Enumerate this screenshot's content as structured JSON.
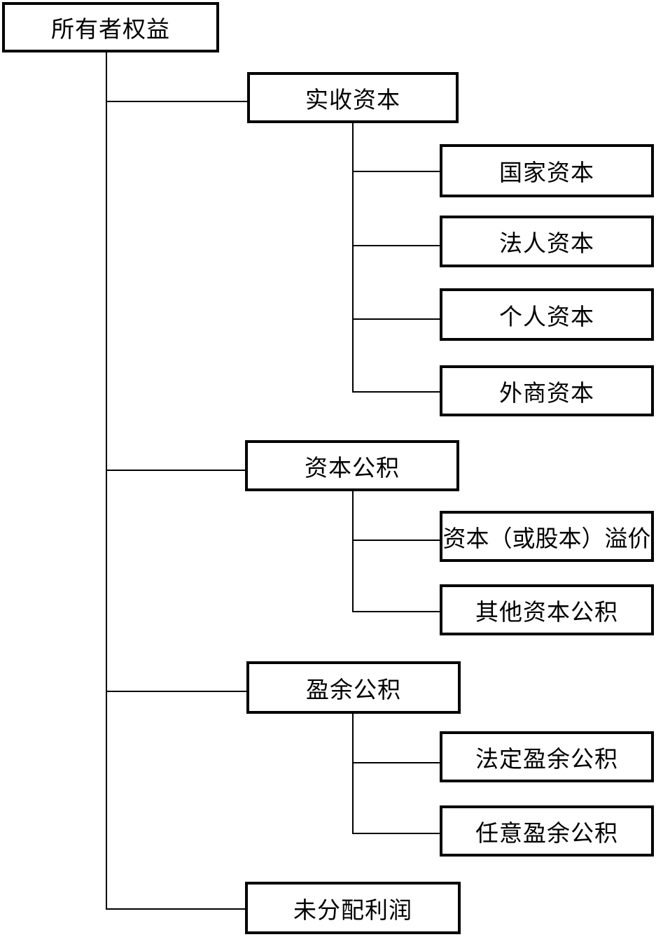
{
  "diagram": {
    "type": "tree",
    "colors": {
      "background": "#ffffff",
      "box_border": "#000000",
      "line": "#000000",
      "text": "#000000"
    },
    "tree": {
      "label": "所有者权益",
      "children": [
        {
          "label": "实收资本",
          "children": [
            {
              "label": "国家资本"
            },
            {
              "label": "法人资本"
            },
            {
              "label": "个人资本"
            },
            {
              "label": "外商资本"
            }
          ]
        },
        {
          "label": "资本公积",
          "children": [
            {
              "label": "资本（或股本）溢价"
            },
            {
              "label": "其他资本公积"
            }
          ]
        },
        {
          "label": "盈余公积",
          "children": [
            {
              "label": "法定盈余公积"
            },
            {
              "label": "任意盈余公积"
            }
          ]
        },
        {
          "label": "未分配利润",
          "children": []
        }
      ]
    }
  }
}
